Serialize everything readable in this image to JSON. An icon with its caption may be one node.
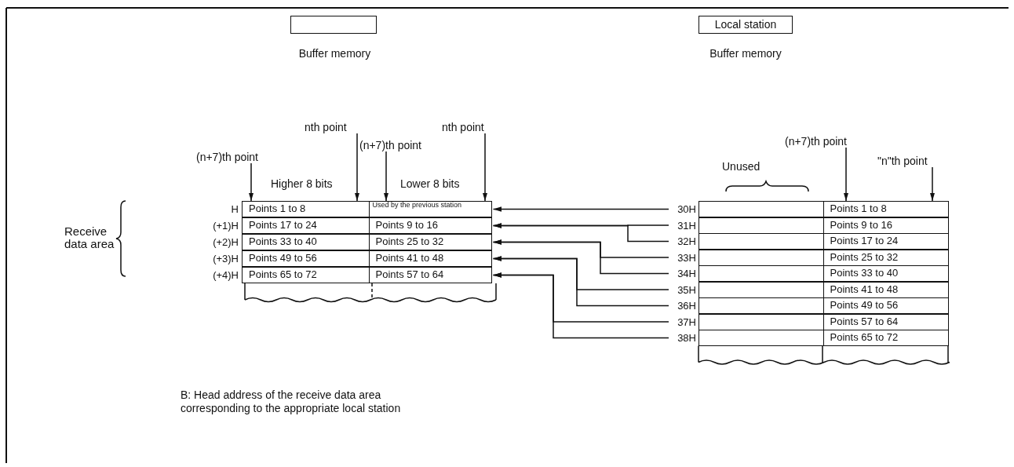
{
  "diagram": {
    "nodes": [
      {
        "text": [],
        "shape": "box"
      },
      {
        "text": [
          "Local station"
        ]
      },
      {
        "text": [
          "(n+7)th point"
        ]
      },
      {
        "text": [
          "nth point"
        ]
      },
      {
        "text": [
          "(n+7)th point"
        ]
      },
      {
        "text": [
          "nth point"
        ]
      },
      {
        "text": [
          "Points 1 to 8",
          "Used by the previous station"
        ],
        "beside": [
          "H"
        ]
      },
      {
        "text": [
          "Points 17 to 24",
          "Points 9 to 16"
        ],
        "beside": [
          "(+1)H"
        ]
      },
      {
        "text": [
          "Points 33 to 40",
          "Points 25 to 32"
        ],
        "beside": [
          "(+2)H"
        ]
      },
      {
        "text": [
          "Points 49 to 56",
          "Points 41 to 48"
        ],
        "beside": [
          "(+3)H"
        ]
      },
      {
        "text": [
          "Points 65 to 72",
          "Points 57 to 64"
        ],
        "beside": [
          "(+4)H"
        ]
      },
      {
        "text": [
          "(n+7)th point"
        ]
      },
      {
        "text": [
          "\"n\"th point"
        ]
      },
      {
        "text": [
          "Points 1 to 8"
        ],
        "beside": [
          "30H"
        ]
      },
      {
        "text": [
          "Points 9 to 16"
        ],
        "beside": [
          "31H"
        ]
      },
      {
        "text": [
          "Points 17 to 24"
        ],
        "beside": [
          "32H"
        ]
      },
      {
        "text": [
          "Points 25 to 32"
        ],
        "beside": [
          "33H"
        ]
      },
      {
        "text": [
          "Points 33 to 40"
        ],
        "beside": [
          "34H"
        ]
      },
      {
        "text": [
          "Points 41 to 48"
        ],
        "beside": [
          "35H"
        ]
      },
      {
        "text": [
          "Points 49 to 56"
        ],
        "beside": [
          "36H"
        ]
      },
      {
        "text": [
          "Points 57 to 64"
        ],
        "beside": [
          "37H"
        ]
      },
      {
        "text": [
          "Points 65 to 72"
        ],
        "beside": [
          "38H"
        ]
      }
    ],
    "edges": [
      {
        "from": 2,
        "to": 6,
        "arrow": "to"
      },
      {
        "from": 3,
        "to": 6,
        "arrow": "to"
      },
      {
        "from": 4,
        "to": 6,
        "arrow": "to"
      },
      {
        "from": 5,
        "to": 6,
        "arrow": "to"
      },
      {
        "from": 11,
        "to": 13,
        "arrow": "to"
      },
      {
        "from": 12,
        "to": 13,
        "arrow": "to"
      },
      {
        "from": 13,
        "to": 6,
        "arrow": "to"
      },
      {
        "from": 14,
        "to": 7,
        "arrow": "to"
      },
      {
        "from": 15,
        "to": 7,
        "arrow": "to"
      },
      {
        "from": 16,
        "to": 8,
        "arrow": "to"
      },
      {
        "from": 17,
        "to": 8,
        "arrow": "to"
      },
      {
        "from": 18,
        "to": 9,
        "arrow": "to"
      },
      {
        "from": 19,
        "to": 9,
        "arrow": "to"
      },
      {
        "from": 20,
        "to": 10,
        "arrow": "to"
      },
      {
        "from": 21,
        "to": 10,
        "arrow": "to"
      }
    ],
    "labels": [
      "Buffer memory",
      "Buffer memory",
      "Higher 8 bits",
      "Lower 8 bits",
      "Receive data area",
      "Unused",
      "B: Head address of the receive data area corresponding to the appropriate local station"
    ]
  }
}
